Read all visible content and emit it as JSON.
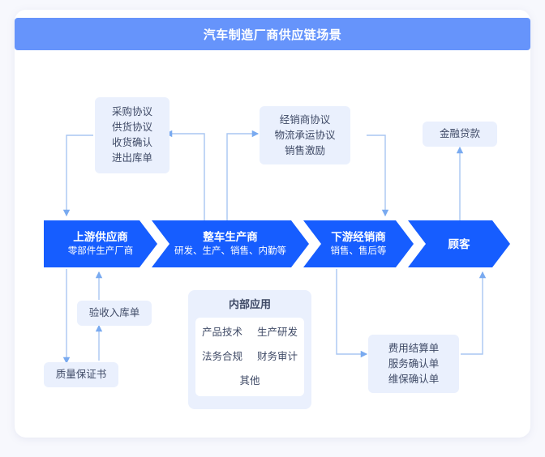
{
  "header": {
    "title": "汽车制造厂商供应链场景"
  },
  "chevrons": [
    {
      "name": "upstream-supplier",
      "title": "上游供应商",
      "subtitle": "零部件生产厂商"
    },
    {
      "name": "vehicle-manufacturer",
      "title": "整车生产商",
      "subtitle": "研发、生产、销售、内勤等"
    },
    {
      "name": "downstream-dealer",
      "title": "下游经销商",
      "subtitle": "销售、售后等"
    },
    {
      "name": "customer",
      "title": "顾客",
      "subtitle": ""
    }
  ],
  "boxes": {
    "procurement": {
      "lines": [
        "采购协议",
        "供货协议",
        "收货确认",
        "进出库单"
      ]
    },
    "dealer_agreement": {
      "lines": [
        "经销商协议",
        "物流承运协议",
        "销售激励"
      ]
    },
    "finance_loan": {
      "lines": [
        "金融贷款"
      ]
    },
    "acceptance_receipt": {
      "lines": [
        "验收入库单"
      ]
    },
    "quality_certificate": {
      "lines": [
        "质量保证书"
      ]
    },
    "settlement": {
      "lines": [
        "费用结算单",
        "服务确认单",
        "维保确认单"
      ]
    }
  },
  "internal_apps": {
    "title": "内部应用",
    "rows": [
      [
        "产品技术",
        "生产研发"
      ],
      [
        "法务合规",
        "财务审计"
      ],
      [
        "其他"
      ]
    ]
  },
  "colors": {
    "header_blue": "#6694fb",
    "chevron_blue": "#165dff",
    "box_bg": "#eaf0fd",
    "box_text": "#3f4a66",
    "wire": "#a9c6f2",
    "page_bg": "#f7f8fd"
  }
}
